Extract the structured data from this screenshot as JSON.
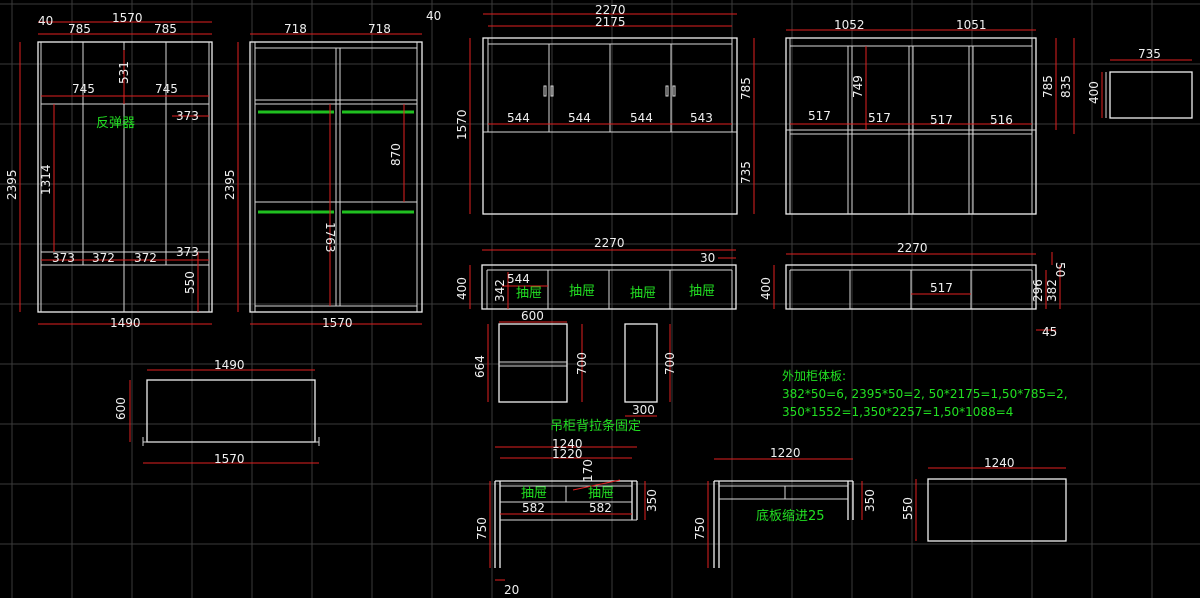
{
  "wardrobe_front": {
    "dims": {
      "top_total": "1570",
      "top_left": "785",
      "top_right": "785",
      "top_side": "40",
      "upper_left": "745",
      "upper_right": "745",
      "upper_height": "531",
      "height_total": "2395",
      "mid_height": "1314",
      "mid_right": "373",
      "lower_1": "373",
      "lower_2": "372",
      "lower_3": "372",
      "lower_4": "373",
      "lower_height": "550",
      "bottom_width": "1490"
    },
    "note": "反弹器"
  },
  "wardrobe_side": {
    "dims": {
      "top_left": "718",
      "top_right": "718",
      "top_side": "40",
      "height_total": "2395",
      "upper_section": "870",
      "mid_section": "1763",
      "bottom_width": "1570"
    }
  },
  "wardrobe_plan": {
    "dims": {
      "top": "1490",
      "depth": "600",
      "bottom": "1570"
    }
  },
  "sideboard_front": {
    "dims": {
      "total": "2270",
      "inner": "2175",
      "upper_height": "785",
      "lower_height": "735",
      "height_total": "1570",
      "door_1": "544",
      "door_2": "544",
      "door_3": "544",
      "door_4": "543"
    }
  },
  "sideboard_side": {
    "dims": {
      "top_left": "1052",
      "top_right": "1051",
      "upper_height": "785",
      "total_height": "835",
      "mid_height": "749",
      "w1": "517",
      "w2": "517",
      "w3": "517",
      "w4": "516"
    }
  },
  "top_view_small": {
    "dims": {
      "width": "735",
      "depth": "400"
    }
  },
  "drawer_unit": {
    "dims": {
      "total": "2270",
      "height": "400",
      "drawer_height": "342",
      "drawer_width": "544",
      "offset": "30"
    },
    "labels": [
      "抽屉",
      "抽屉",
      "抽屉",
      "抽屉"
    ]
  },
  "tv_unit": {
    "dims": {
      "total": "2270",
      "height": "400",
      "inner_width": "517",
      "inner_height": "296",
      "total_h2": "382",
      "top_thick": "50",
      "bottom": "45"
    }
  },
  "wall_cabinet": {
    "dims": {
      "width": "600",
      "height": "664",
      "inner_h": "700",
      "side_h": "700",
      "side_w": "300"
    },
    "note": "吊柜背拉条固定"
  },
  "extra_panels": {
    "line1": "外加柜体板:",
    "line2": "382*50=6, 2395*50=2, 50*2175=1,50*785=2,",
    "line3": "350*1552=1,350*2257=1,50*1088=4"
  },
  "desk_front": {
    "dims": {
      "total": "1240",
      "inner": "1220",
      "top_h": "170",
      "d_left": "582",
      "d_right": "582",
      "depth": "350",
      "height": "750",
      "leg": "20"
    },
    "labels": [
      "抽屉",
      "抽屉"
    ]
  },
  "desk_back": {
    "dims": {
      "width": "1220",
      "depth": "350",
      "height": "750"
    },
    "note": "底板缩进25"
  },
  "desk_top": {
    "dims": {
      "width": "1240",
      "depth": "550"
    }
  }
}
